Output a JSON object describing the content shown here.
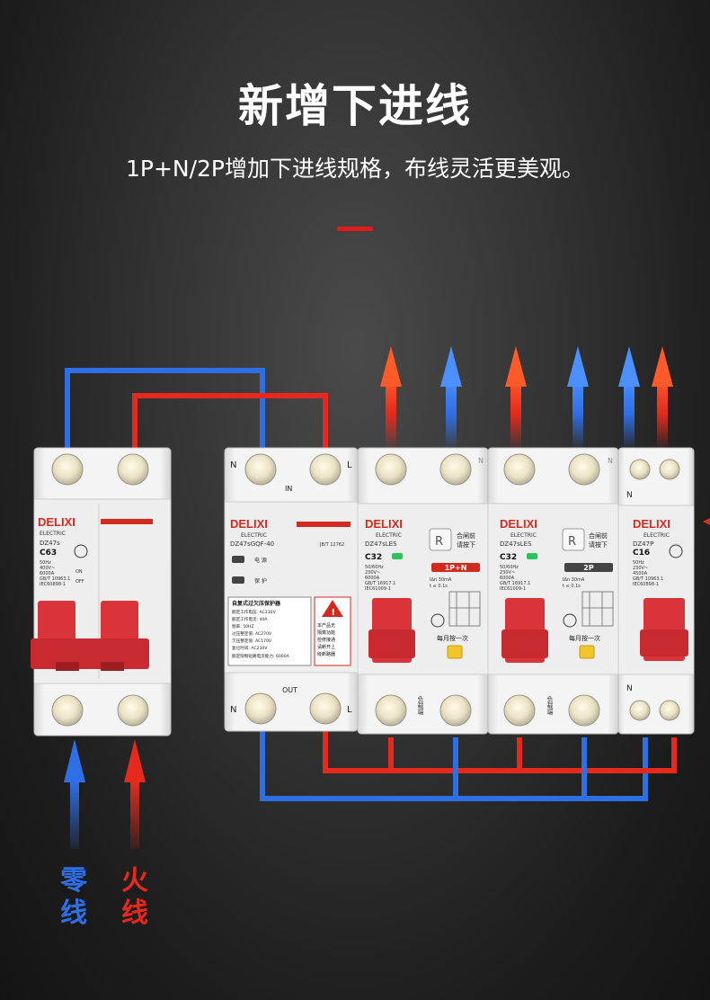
{
  "title": "新增下进线",
  "subtitle": "1P+N/2P增加下进线规格，布线灵活更美观。",
  "colors": {
    "accent": "#e11a1a",
    "live": "#e52a1d",
    "neutral": "#2f6fe6",
    "body": "#f2f2f2",
    "lever": "#d8343a"
  },
  "labels": {
    "neutral": "零\n线",
    "live": "火\n线"
  },
  "neutral_chars": [
    "零",
    "线"
  ],
  "live_chars": [
    "火",
    "线"
  ],
  "breaker1": {
    "brand": "DELIXI",
    "sub": "ELECTRIC",
    "model": "DZ47s",
    "rating": "C63",
    "specs": [
      "50Hz",
      "400V~",
      "6000A",
      "GB/T 10963.1",
      "IEC60898-1"
    ],
    "on": "ON",
    "off": "OFF"
  },
  "breaker2": {
    "brand": "DELIXI",
    "sub": "ELECTRIC",
    "model": "DZ47sGQF-40",
    "std": "JB/T 12762",
    "n": "N",
    "l": "L",
    "in": "IN",
    "out": "OUT",
    "power": "电 源",
    "protect": "保 护",
    "panel_title": "自复式过欠压保护器",
    "panel_lines": [
      "额定工作电压: AC230V",
      "额定工作电流: 40A",
      "频率: 50HZ",
      "过压整定值: AC270V",
      "欠压整定值: AC170V",
      "复位时间: AC230V",
      "额定限制短路电流能力: 6000A"
    ],
    "warn": [
      "本产品无",
      "隔离功能",
      "检修接通",
      "请断开上",
      "级断路器"
    ]
  },
  "breaker3": {
    "brand": "DELIXI",
    "sub": "ELECTRIC",
    "model": "DZ47sLES",
    "rating": "C32",
    "r": "R",
    "note1": "合闸前",
    "note2": "请按下",
    "badge": "1P+N",
    "specs": [
      "50/60Hz",
      "230V~",
      "6000A",
      "GB/T 16917.1",
      "IEC61009-1"
    ],
    "leak": "IΔn 30mA",
    "time": "t ≤ 0.1s",
    "monthly": "每月按一次",
    "load": "负载端",
    "n": "N"
  },
  "breaker4": {
    "brand": "DELIXI",
    "sub": "ELECTRIC",
    "model": "DZ47sLES",
    "rating": "C32",
    "r": "R",
    "note1": "合闸前",
    "note2": "请按下",
    "badge": "2P",
    "specs": [
      "50/60Hz",
      "230V~",
      "6000A",
      "GB/T 16917.1",
      "IEC61009-1"
    ],
    "leak": "IΔn 30mA",
    "time": "t ≤ 0.1s",
    "monthly": "每月按一次",
    "load": "负载端",
    "n": "N"
  },
  "breaker5": {
    "brand": "DELIXI",
    "sub": "ELECTRIC",
    "model": "DZ47P",
    "rating": "C16",
    "specs": [
      "50Hz",
      "230V~",
      "4500A",
      "GB/T 10963.1",
      "IEC60898-1"
    ],
    "n": "N"
  }
}
